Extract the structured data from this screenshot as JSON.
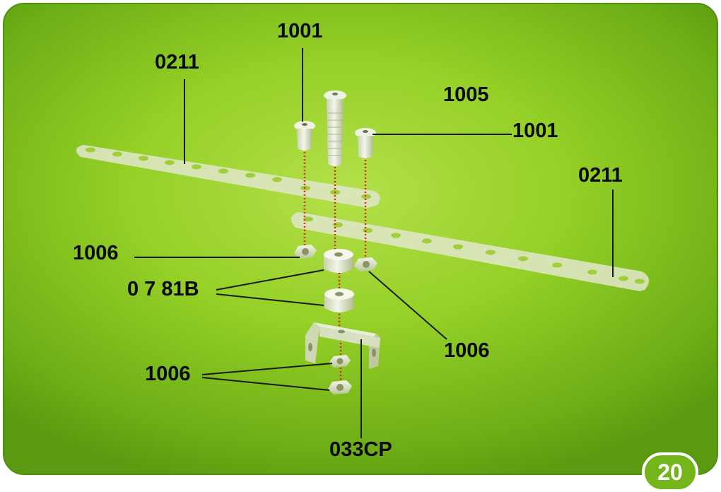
{
  "labels": {
    "screw_top": "1001",
    "strip_left": "0211",
    "bolt_long": "1005",
    "screw_right": "1001",
    "strip_right": "0211",
    "nut_left": "1006",
    "spacer": "0 7 81B",
    "nut_right": "1006",
    "nut_bottom": "1006",
    "bracket": "033CP"
  },
  "page_number": "20",
  "colors": {
    "background": "#94cf26",
    "metal": "#dfe6cf",
    "leader_line": "#1a1a1a",
    "guide_dots": "#e0221c",
    "badge": "#74b51a"
  }
}
